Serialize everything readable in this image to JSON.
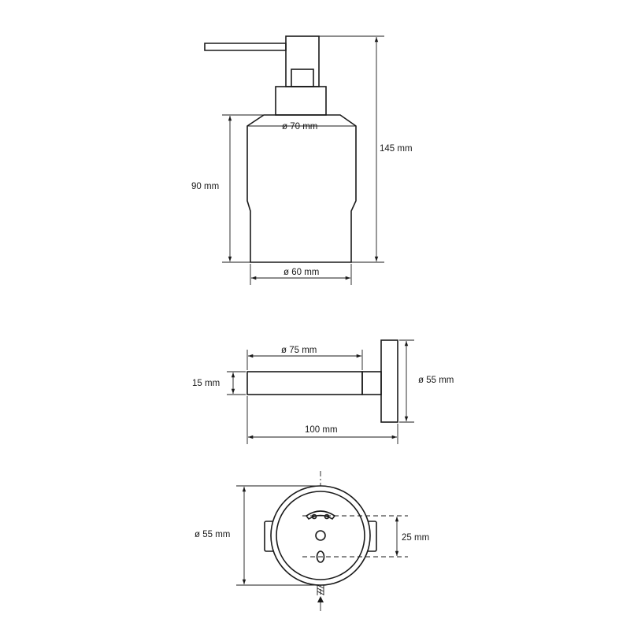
{
  "colors": {
    "line": "#1a1a1a",
    "background": "#ffffff"
  },
  "front_view": {
    "height_label": "145 mm",
    "glass_height_label": "90 mm",
    "top_diameter_label": "ø 70 mm",
    "bottom_diameter_label": "ø 60 mm"
  },
  "side_view": {
    "ring_diameter_label": "ø 75 mm",
    "ring_thickness_label": "15 mm",
    "flange_diameter_label": "ø 55 mm",
    "projection_label": "100 mm"
  },
  "wall_view": {
    "flange_diameter_label": "ø 55 mm",
    "hole_spacing_label": "25 mm"
  }
}
